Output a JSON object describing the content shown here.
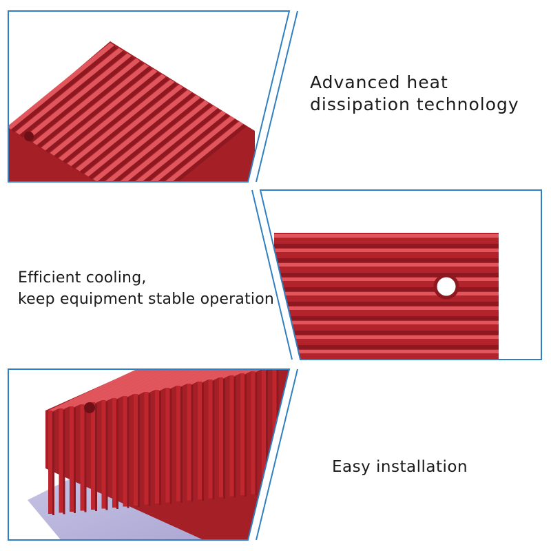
{
  "features": [
    {
      "id": "heat-dissipation",
      "lines": [
        "Advanced heat",
        "dissipation technology"
      ],
      "image": "heatsink-fins-corner"
    },
    {
      "id": "efficient-cooling",
      "lines": [
        "Efficient cooling,",
        "keep equipment stable operation"
      ],
      "image": "heatsink-fins-top-closeup"
    },
    {
      "id": "easy-installation",
      "lines": [
        "Easy installation"
      ],
      "image": "heatsink-with-thermal-pad"
    }
  ],
  "colors": {
    "frame": "#2f7fc1",
    "fin_red": "#c0262e",
    "fin_dark": "#8e1820",
    "fin_light": "#e0565c",
    "thermal_pad": "#b8b4dc"
  }
}
